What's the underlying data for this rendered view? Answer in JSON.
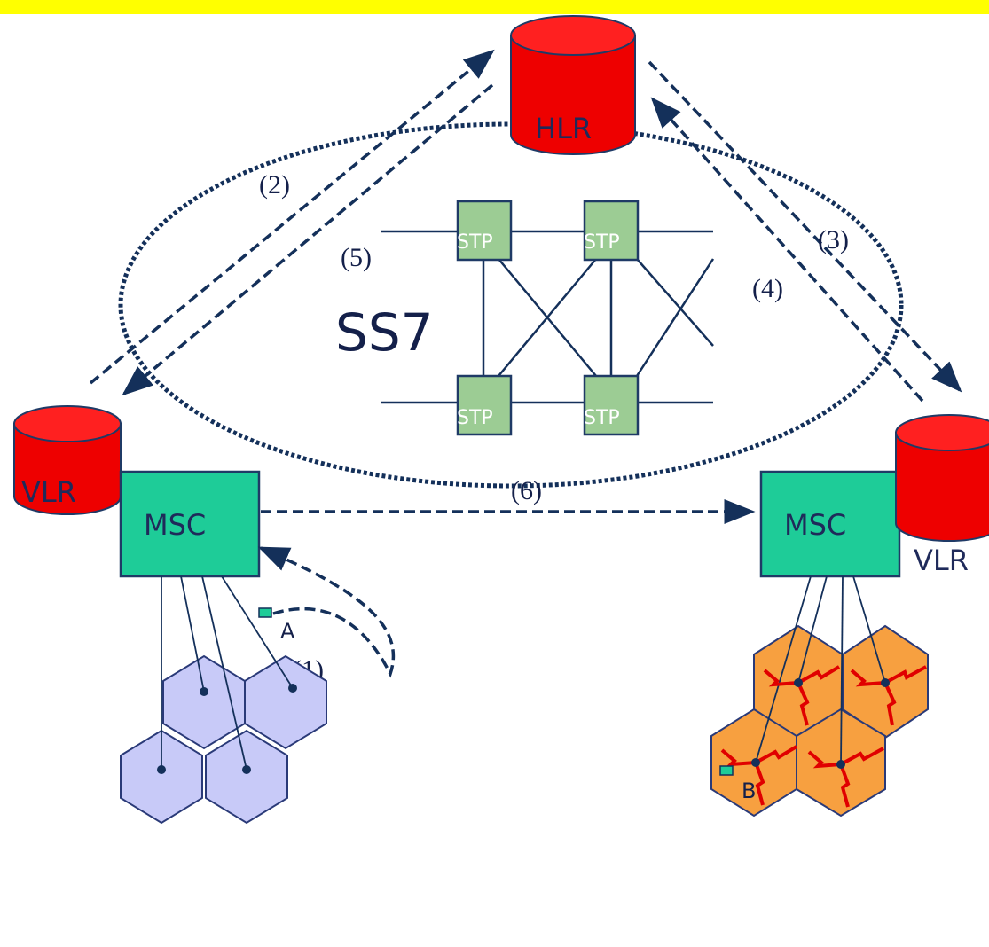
{
  "nodes": {
    "hlr": "HLR",
    "vlr_left": "VLR",
    "msc_left": "MSC",
    "msc_right": "MSC",
    "vlr_right": "VLR",
    "stp": [
      "STP",
      "STP",
      "STP",
      "STP"
    ],
    "ss7": "SS7"
  },
  "steps": {
    "s1": "(1)",
    "s2": "(2)",
    "s3": "(3)",
    "s4": "(4)",
    "s5": "(5)",
    "s6": "(6)"
  },
  "mobiles": {
    "a": "A",
    "b": "B"
  },
  "colors": {
    "header": "#ffff00",
    "database": "#ee0000",
    "msc": "#1ecc98",
    "stp": "#9ccc94",
    "cells_left": "#c8caf8",
    "cells_right": "#f7a040",
    "lines": "#14305a"
  }
}
